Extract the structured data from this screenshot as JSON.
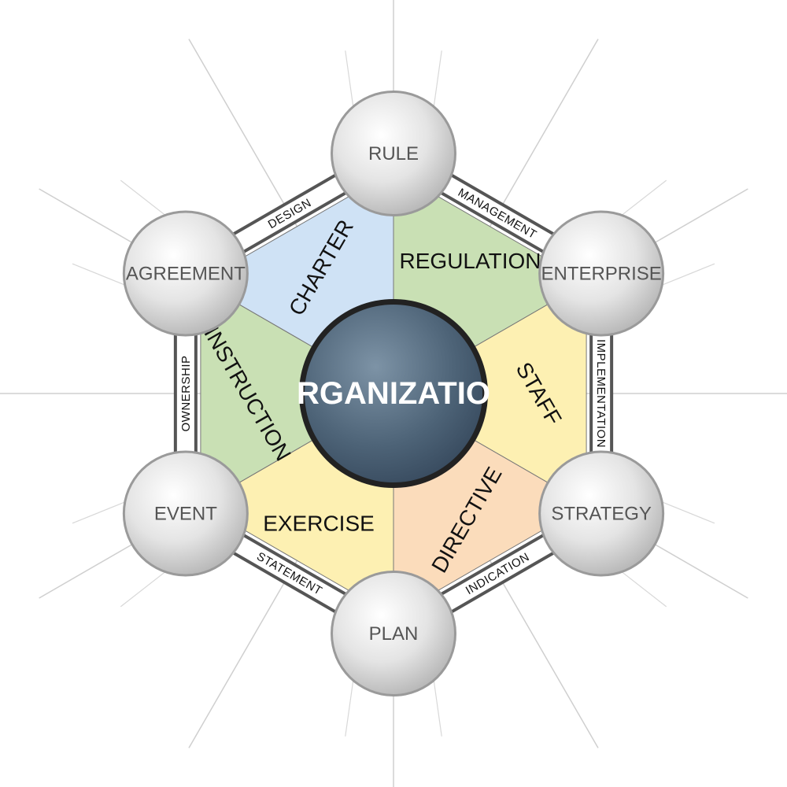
{
  "center": {
    "label": "RGANIZATIO"
  },
  "segments": [
    {
      "label": "REGULATION",
      "color": "#c9e0b4"
    },
    {
      "label": "STAFF",
      "color": "#fdf0b2"
    },
    {
      "label": "DIRECTIVE",
      "color": "#fbdcbb"
    },
    {
      "label": "EXERCISE",
      "color": "#fdf0b2"
    },
    {
      "label": "INSTRUCTION",
      "color": "#c9e0b4"
    },
    {
      "label": "CHARTER",
      "color": "#cfe2f5"
    }
  ],
  "nodes": [
    {
      "label": "RULE"
    },
    {
      "label": "ENTERPRISE"
    },
    {
      "label": "STRATEGY"
    },
    {
      "label": "PLAN"
    },
    {
      "label": "EVENT"
    },
    {
      "label": "AGREEMENT"
    }
  ],
  "edges": [
    {
      "label": "MANAGEMENT"
    },
    {
      "label": "IMPLEMENTATION"
    },
    {
      "label": "INDICATION"
    },
    {
      "label": "STATEMENT"
    },
    {
      "label": "OWNERSHIP"
    },
    {
      "label": "DESIGN"
    }
  ],
  "colors": {
    "hex_border": "#555555",
    "center_fill": "#4a6076",
    "center_ring": "#222222",
    "node_fill": "#dcdcdc"
  }
}
